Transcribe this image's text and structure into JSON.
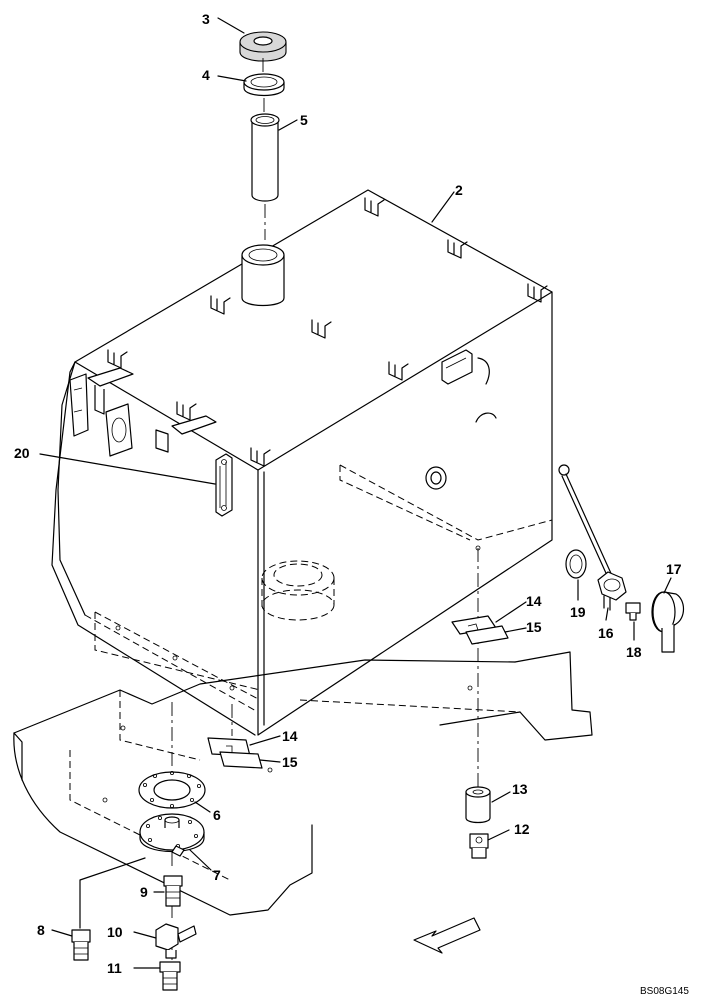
{
  "diagram": {
    "drawing_code": "BS08G145",
    "callouts": [
      {
        "id": "c3",
        "text": "3"
      },
      {
        "id": "c4",
        "text": "4"
      },
      {
        "id": "c5",
        "text": "5"
      },
      {
        "id": "c2",
        "text": "2"
      },
      {
        "id": "c20",
        "text": "20"
      },
      {
        "id": "c17",
        "text": "17"
      },
      {
        "id": "c14a",
        "text": "14"
      },
      {
        "id": "c15a",
        "text": "15"
      },
      {
        "id": "c19",
        "text": "19"
      },
      {
        "id": "c16",
        "text": "16"
      },
      {
        "id": "c18",
        "text": "18"
      },
      {
        "id": "c14b",
        "text": "14"
      },
      {
        "id": "c15b",
        "text": "15"
      },
      {
        "id": "c13",
        "text": "13"
      },
      {
        "id": "c6",
        "text": "6"
      },
      {
        "id": "c12",
        "text": "12"
      },
      {
        "id": "c7",
        "text": "7"
      },
      {
        "id": "c9",
        "text": "9"
      },
      {
        "id": "c8",
        "text": "8"
      },
      {
        "id": "c10",
        "text": "10"
      },
      {
        "id": "c11",
        "text": "11"
      }
    ]
  }
}
